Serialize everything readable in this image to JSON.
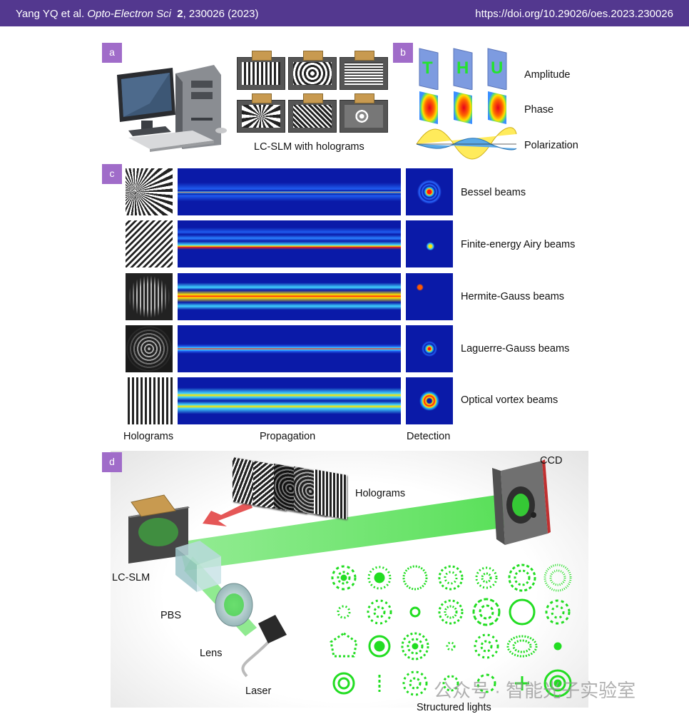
{
  "header": {
    "authors": "Yang YQ et al.",
    "journal": "Opto-Electron Sci",
    "volume": "2",
    "article": ", 230026 (2023)",
    "doi": "https://doi.org/10.29026/oes.2023.230026"
  },
  "panel_a": {
    "tag": "a",
    "caption": "LC-SLM with holograms"
  },
  "panel_b": {
    "tag": "b",
    "letters": [
      "T",
      "H",
      "U"
    ],
    "labels": [
      "Amplitude",
      "Phase",
      "Polarization"
    ]
  },
  "panel_c": {
    "tag": "c",
    "rows": [
      "Bessel beams",
      "Finite-energy Airy beams",
      "Hermite-Gauss beams",
      "Laguerre-Gauss beams",
      "Optical vortex beams"
    ],
    "columns": [
      "Holograms",
      "Propagation",
      "Detection"
    ]
  },
  "panel_d": {
    "tag": "d",
    "labels": {
      "ccd": "CCD",
      "holograms": "Holograms",
      "slm": "LC-SLM",
      "pbs": "PBS",
      "lens": "Lens",
      "laser": "Laser",
      "structured": "Structured lights"
    }
  },
  "watermark": "公众号 · 智能光子实验室",
  "colors": {
    "header_bg": "#53388f",
    "tag_bg": "#a06cc9",
    "beam_green": "#22dd22",
    "propagation_bg": "#0a1aa8"
  }
}
